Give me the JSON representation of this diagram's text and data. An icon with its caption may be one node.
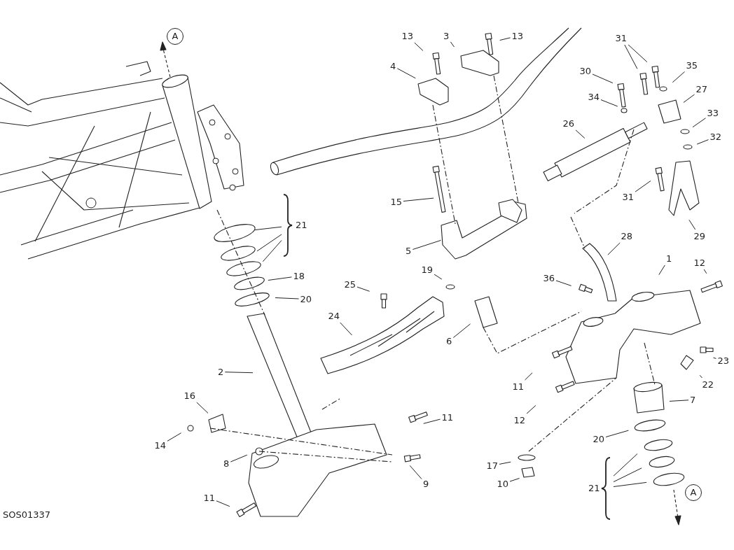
{
  "diagram": {
    "nodes": [
      {
        "text": [
          "A"
        ]
      },
      {
        "text": [
          "13"
        ]
      },
      {
        "text": [
          "3"
        ]
      },
      {
        "text": [
          "13"
        ]
      },
      {
        "text": [
          "31"
        ]
      },
      {
        "text": [
          "4"
        ]
      },
      {
        "text": [
          "30"
        ]
      },
      {
        "text": [
          "35"
        ]
      },
      {
        "text": [
          "34"
        ]
      },
      {
        "text": [
          "27"
        ]
      },
      {
        "text": [
          "26"
        ]
      },
      {
        "text": [
          "33"
        ]
      },
      {
        "text": [
          "32"
        ]
      },
      {
        "text": [
          "31"
        ]
      },
      {
        "text": [
          "15"
        ]
      },
      {
        "text": [
          "21"
        ]
      },
      {
        "text": [
          "29"
        ]
      },
      {
        "text": [
          "28"
        ]
      },
      {
        "text": [
          "5"
        ]
      },
      {
        "text": [
          "1"
        ]
      },
      {
        "text": [
          "12"
        ]
      },
      {
        "text": [
          "19"
        ]
      },
      {
        "text": [
          "18"
        ]
      },
      {
        "text": [
          "36"
        ]
      },
      {
        "text": [
          "25"
        ]
      },
      {
        "text": [
          "20"
        ]
      },
      {
        "text": [
          "24"
        ]
      },
      {
        "text": [
          "6"
        ]
      },
      {
        "text": [
          "2"
        ]
      },
      {
        "text": [
          "23"
        ]
      },
      {
        "text": [
          "22"
        ]
      },
      {
        "text": [
          "11"
        ]
      },
      {
        "text": [
          "16"
        ]
      },
      {
        "text": [
          "7"
        ]
      },
      {
        "text": [
          "11"
        ]
      },
      {
        "text": [
          "12"
        ]
      },
      {
        "text": [
          "20"
        ]
      },
      {
        "text": [
          "14"
        ]
      },
      {
        "text": [
          "8"
        ]
      },
      {
        "text": [
          "17"
        ]
      },
      {
        "text": [
          "9"
        ]
      },
      {
        "text": [
          "10"
        ]
      },
      {
        "text": [
          "21"
        ]
      },
      {
        "text": [
          "A"
        ]
      },
      {
        "text": [
          "11"
        ]
      }
    ],
    "edges": [
      {
        "from": 1,
        "to": null,
        "arrow": "none"
      },
      {
        "from": 2,
        "to": null,
        "arrow": "none"
      },
      {
        "from": 3,
        "to": null,
        "arrow": "none"
      },
      {
        "from": 4,
        "to": null,
        "arrow": "none"
      },
      {
        "from": 4,
        "to": null,
        "arrow": "none"
      },
      {
        "from": 5,
        "to": null,
        "arrow": "none"
      },
      {
        "from": 6,
        "to": null,
        "arrow": "none"
      },
      {
        "from": 7,
        "to": null,
        "arrow": "none"
      },
      {
        "from": 8,
        "to": null,
        "arrow": "none"
      },
      {
        "from": 9,
        "to": null,
        "arrow": "none"
      },
      {
        "from": 10,
        "to": null,
        "arrow": "none"
      },
      {
        "from": 11,
        "to": null,
        "arrow": "none"
      },
      {
        "from": 12,
        "to": null,
        "arrow": "none"
      },
      {
        "from": 13,
        "to": null,
        "arrow": "none"
      },
      {
        "from": 14,
        "to": null,
        "arrow": "none"
      },
      {
        "from": 15,
        "to": null,
        "arrow": "none"
      },
      {
        "from": 15,
        "to": null,
        "arrow": "none"
      },
      {
        "from": 15,
        "to": null,
        "arrow": "none"
      },
      {
        "from": 16,
        "to": null,
        "arrow": "none"
      },
      {
        "from": 17,
        "to": null,
        "arrow": "none"
      },
      {
        "from": 18,
        "to": null,
        "arrow": "none"
      },
      {
        "from": 19,
        "to": null,
        "arrow": "none"
      },
      {
        "from": 20,
        "to": null,
        "arrow": "none"
      },
      {
        "from": 21,
        "to": null,
        "arrow": "none"
      },
      {
        "from": 22,
        "to": null,
        "arrow": "none"
      },
      {
        "from": 23,
        "to": null,
        "arrow": "none"
      },
      {
        "from": 24,
        "to": null,
        "arrow": "none"
      },
      {
        "from": 25,
        "to": null,
        "arrow": "none"
      },
      {
        "from": 26,
        "to": null,
        "arrow": "none"
      },
      {
        "from": 27,
        "to": null,
        "arrow": "none"
      },
      {
        "from": 28,
        "to": null,
        "arrow": "none"
      },
      {
        "from": 29,
        "to": null,
        "arrow": "none"
      },
      {
        "from": 30,
        "to": null,
        "arrow": "none"
      },
      {
        "from": 31,
        "to": null,
        "arrow": "none"
      },
      {
        "from": 32,
        "to": null,
        "arrow": "none"
      },
      {
        "from": 33,
        "to": null,
        "arrow": "none"
      },
      {
        "from": 34,
        "to": null,
        "arrow": "none"
      },
      {
        "from": 35,
        "to": null,
        "arrow": "none"
      },
      {
        "from": 36,
        "to": null,
        "arrow": "none"
      },
      {
        "from": 37,
        "to": null,
        "arrow": "none"
      },
      {
        "from": 38,
        "to": null,
        "arrow": "none"
      },
      {
        "from": 39,
        "to": null,
        "arrow": "none"
      },
      {
        "from": 40,
        "to": null,
        "arrow": "none"
      },
      {
        "from": 41,
        "to": null,
        "arrow": "none"
      },
      {
        "from": 42,
        "to": null,
        "arrow": "none"
      },
      {
        "from": 42,
        "to": null,
        "arrow": "none"
      },
      {
        "from": 42,
        "to": null,
        "arrow": "none"
      },
      {
        "from": 44,
        "to": null,
        "arrow": "none"
      }
    ],
    "labels": [
      "SOS01337"
    ]
  }
}
